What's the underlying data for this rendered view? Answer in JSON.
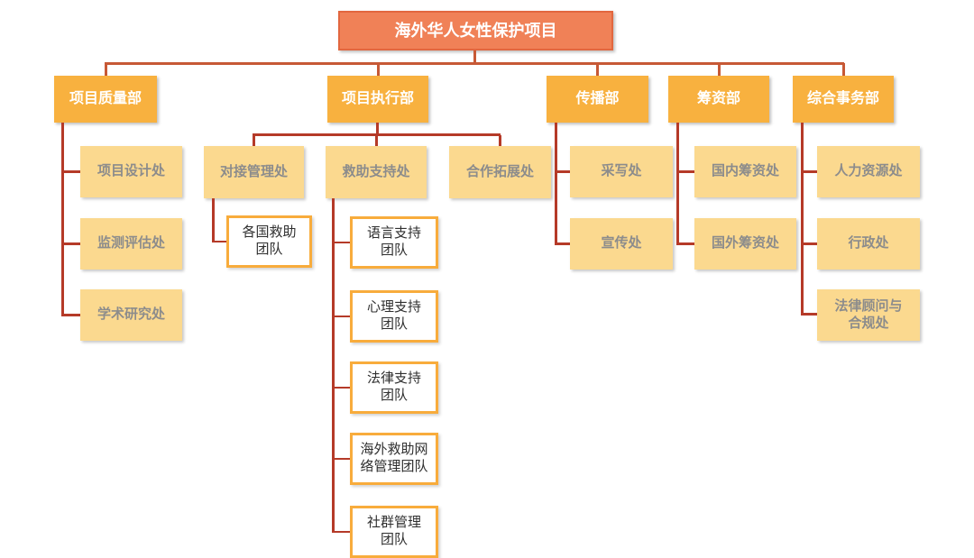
{
  "colors": {
    "canvas_bg": "#ffffff",
    "title_fill": "#F08157",
    "title_border": "#E2673F",
    "title_text": "#ffffff",
    "dept_fill": "#F8B13F",
    "dept_text": "#ffffff",
    "office_fill": "#FBD98F",
    "office_text": "#8C8C8C",
    "team_fill": "#ffffff",
    "team_border": "#F8AC3C",
    "team_text": "#2F2F2F",
    "connector_top": "#C75936",
    "connector": "#B53A28"
  },
  "org": {
    "root": {
      "label": "海外华人女性保护项目"
    },
    "departments": [
      {
        "label": "项目质量部",
        "children": [
          {
            "label": "项目设计处"
          },
          {
            "label": "监测评估处"
          },
          {
            "label": "学术研究处"
          }
        ]
      },
      {
        "label": "项目执行部",
        "children": [
          {
            "label": "对接管理处",
            "children": [
              {
                "label": "各国救助\n团队"
              }
            ]
          },
          {
            "label": "救助支持处",
            "children": [
              {
                "label": "语言支持\n团队"
              },
              {
                "label": "心理支持\n团队"
              },
              {
                "label": "法律支持\n团队"
              },
              {
                "label": "海外救助网\n络管理团队"
              },
              {
                "label": "社群管理\n团队"
              }
            ]
          },
          {
            "label": "合作拓展处"
          }
        ]
      },
      {
        "label": "传播部",
        "children": [
          {
            "label": "采写处"
          },
          {
            "label": "宣传处"
          }
        ]
      },
      {
        "label": "筹资部",
        "children": [
          {
            "label": "国内筹资处"
          },
          {
            "label": "国外筹资处"
          }
        ]
      },
      {
        "label": "综合事务部",
        "children": [
          {
            "label": "人力资源处"
          },
          {
            "label": "行政处"
          },
          {
            "label": "法律顾问与\n合规处"
          }
        ]
      }
    ]
  }
}
